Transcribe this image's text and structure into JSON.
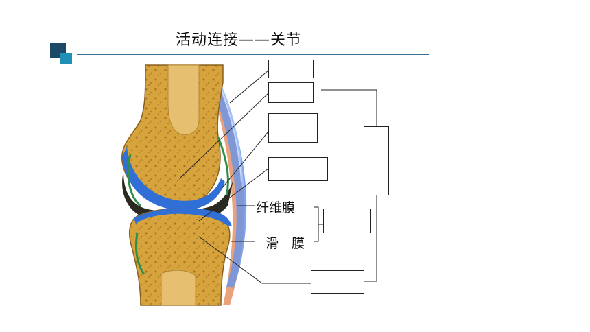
{
  "title": "活动连接——关节",
  "labels": {
    "fibrous_membrane": "纤维膜",
    "synovial_membrane": "滑　膜"
  },
  "answer_boxes": [
    {
      "id": "box-ligament",
      "text": ""
    },
    {
      "id": "box-articular-head",
      "text": ""
    },
    {
      "id": "box-articular-cartilage",
      "text": ""
    },
    {
      "id": "box-joint-cavity",
      "text": ""
    },
    {
      "id": "box-joint-capsule",
      "text": ""
    },
    {
      "id": "box-articular-fossa",
      "text": ""
    },
    {
      "id": "box-articular-surface",
      "text": ""
    }
  ],
  "colors": {
    "bone": "#d9a13a",
    "cartilage": "#2f6fd6",
    "ligament": "#5b86e0",
    "cavity": "#2a2a20",
    "capsule": "#e8a07a"
  }
}
